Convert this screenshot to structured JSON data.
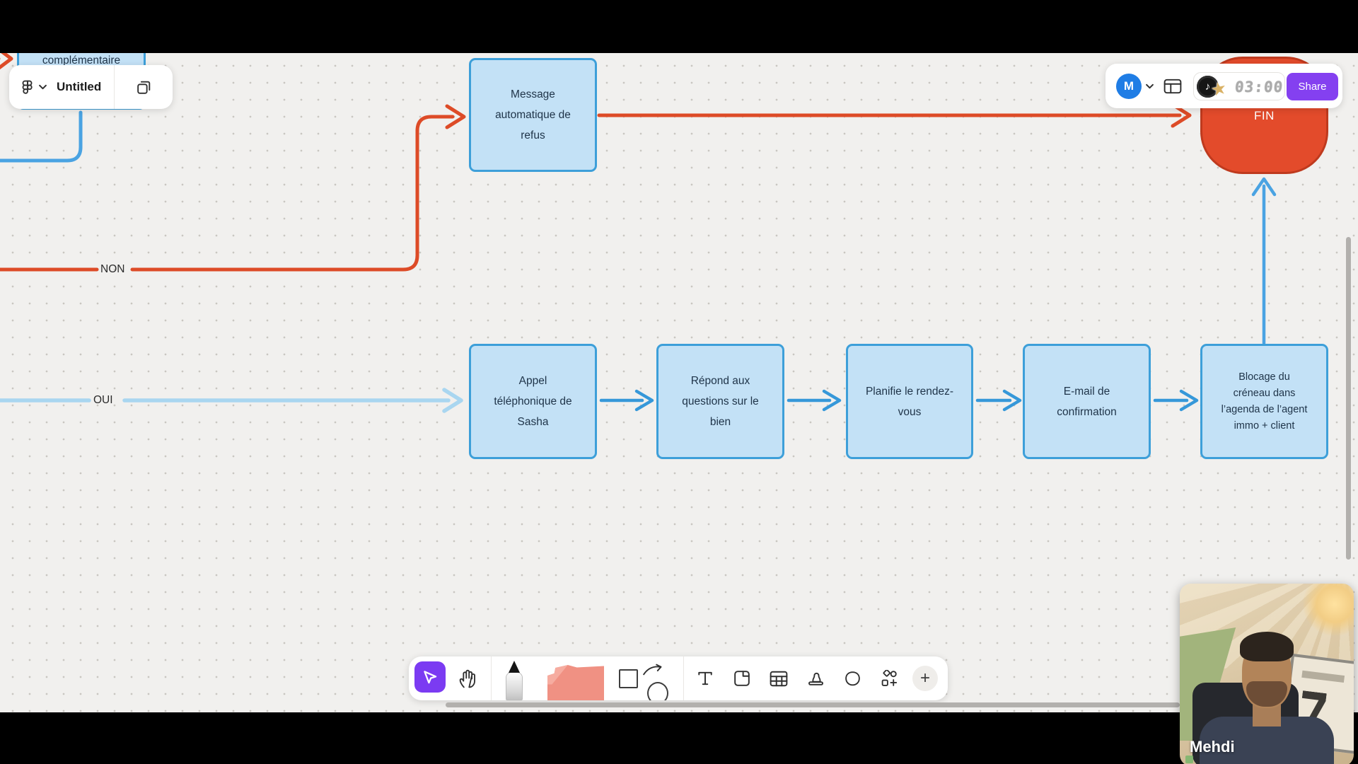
{
  "app": {
    "title": "Untitled",
    "share_label": "Share",
    "timer_value": "03:00",
    "avatar_initial": "M",
    "music_note": "♪",
    "star": "★",
    "plus": "+"
  },
  "canvas": {
    "edge_labels": {
      "non": "NON",
      "oui": "OUI"
    },
    "nodes": {
      "partial_top_left": "complémentaire",
      "refus": "Message\nautomatique de\nrefus",
      "fin": "FIN",
      "appel": "Appel\ntéléphonique de\nSasha",
      "repond": "Répond aux\nquestions sur le\nbien",
      "planifie": "Planifie le rendez-\nvous",
      "email": "E-mail de\nconfirmation",
      "blocage": "Blocage du\ncréneau dans\nl’agenda de l’agent\nimmo + client"
    },
    "colors": {
      "box_fill": "#c3e1f6",
      "box_border": "#3d9fd9",
      "red": "#dd4b27",
      "blue": "#3698d9",
      "light_blue": "#a9d6f0",
      "fin_fill": "#e34b2b",
      "accent_purple": "#8440f0"
    }
  },
  "webcam": {
    "name": "Mehdi"
  }
}
